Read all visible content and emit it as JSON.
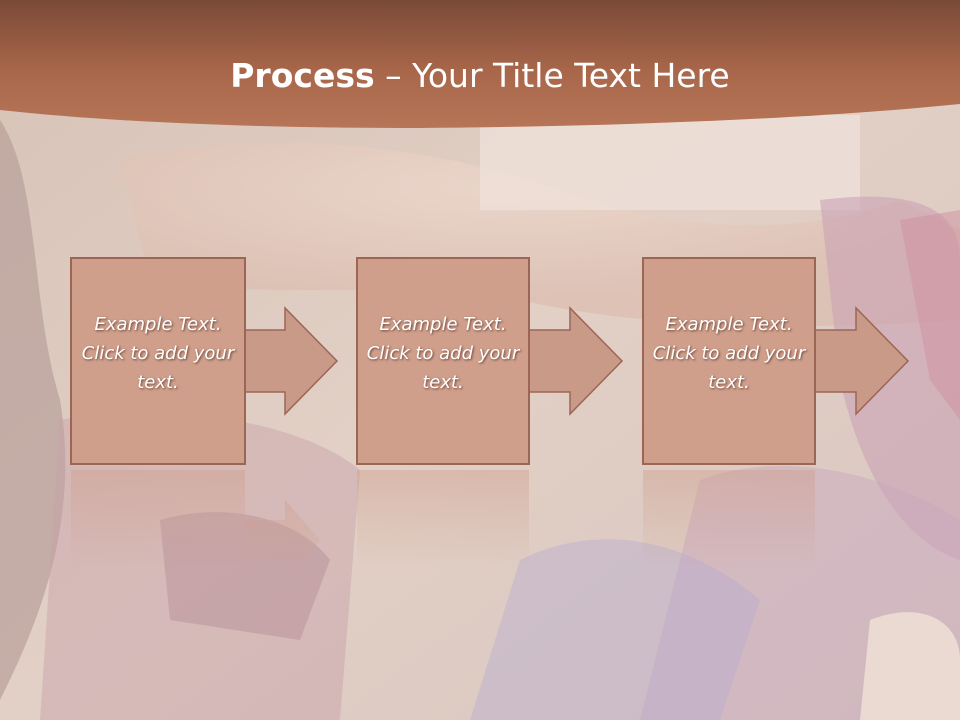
{
  "slide": {
    "title_bold": "Process",
    "title_dash": " – ",
    "title_rest": "Your Title Text Here",
    "steps": [
      {
        "text": "Example Text. Click  to add your text."
      },
      {
        "text": "Example Text. Click  to add your text."
      },
      {
        "text": "Example Text. Click  to add your text."
      }
    ]
  },
  "colors": {
    "title_band": "#a8664a",
    "box_fill": "#cf9f8c",
    "box_border": "#9c6656",
    "arrow_fill": "#c99a87"
  }
}
